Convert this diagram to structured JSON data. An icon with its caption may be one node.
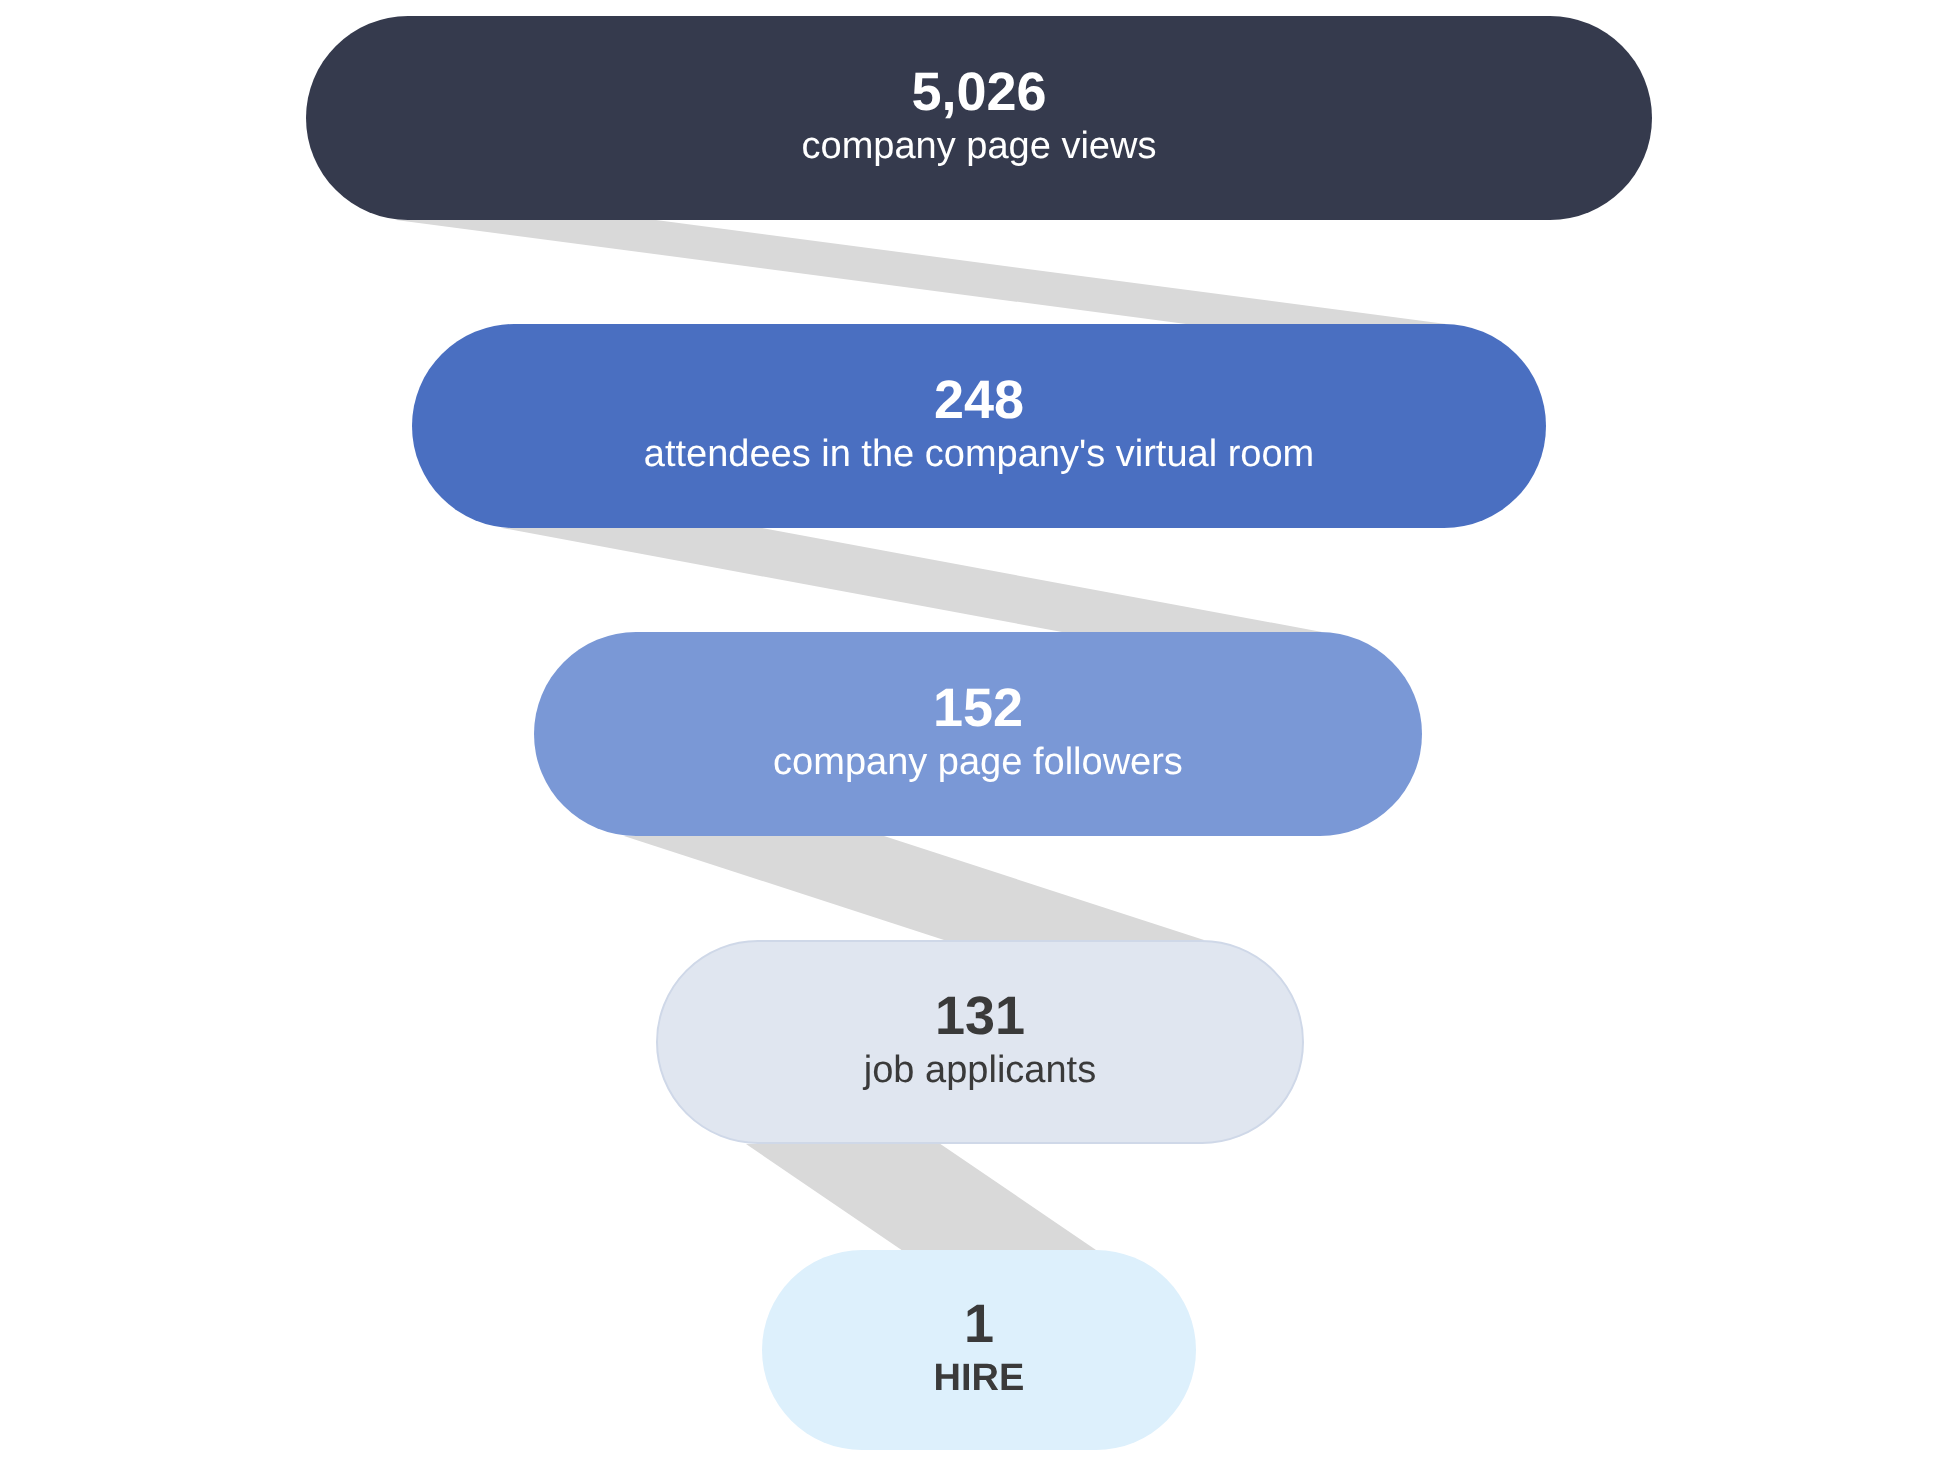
{
  "diagram": {
    "nodes": [
      {
        "text": [
          "5,026",
          "company page views"
        ]
      },
      {
        "text": [
          "248",
          "attendees in the company's virtual room"
        ]
      },
      {
        "text": [
          "152",
          "company page followers"
        ]
      },
      {
        "text": [
          "131",
          "job applicants"
        ]
      },
      {
        "text": [
          "1",
          "HIRE"
        ]
      }
    ],
    "edges": [
      {
        "from": 0,
        "to": 1,
        "arrow": "none",
        "style": "thick"
      },
      {
        "from": 1,
        "to": 2,
        "arrow": "none",
        "style": "thick"
      },
      {
        "from": 2,
        "to": 3,
        "arrow": "none",
        "style": "thick"
      },
      {
        "from": 3,
        "to": 4,
        "arrow": "none",
        "style": "thick"
      }
    ]
  }
}
